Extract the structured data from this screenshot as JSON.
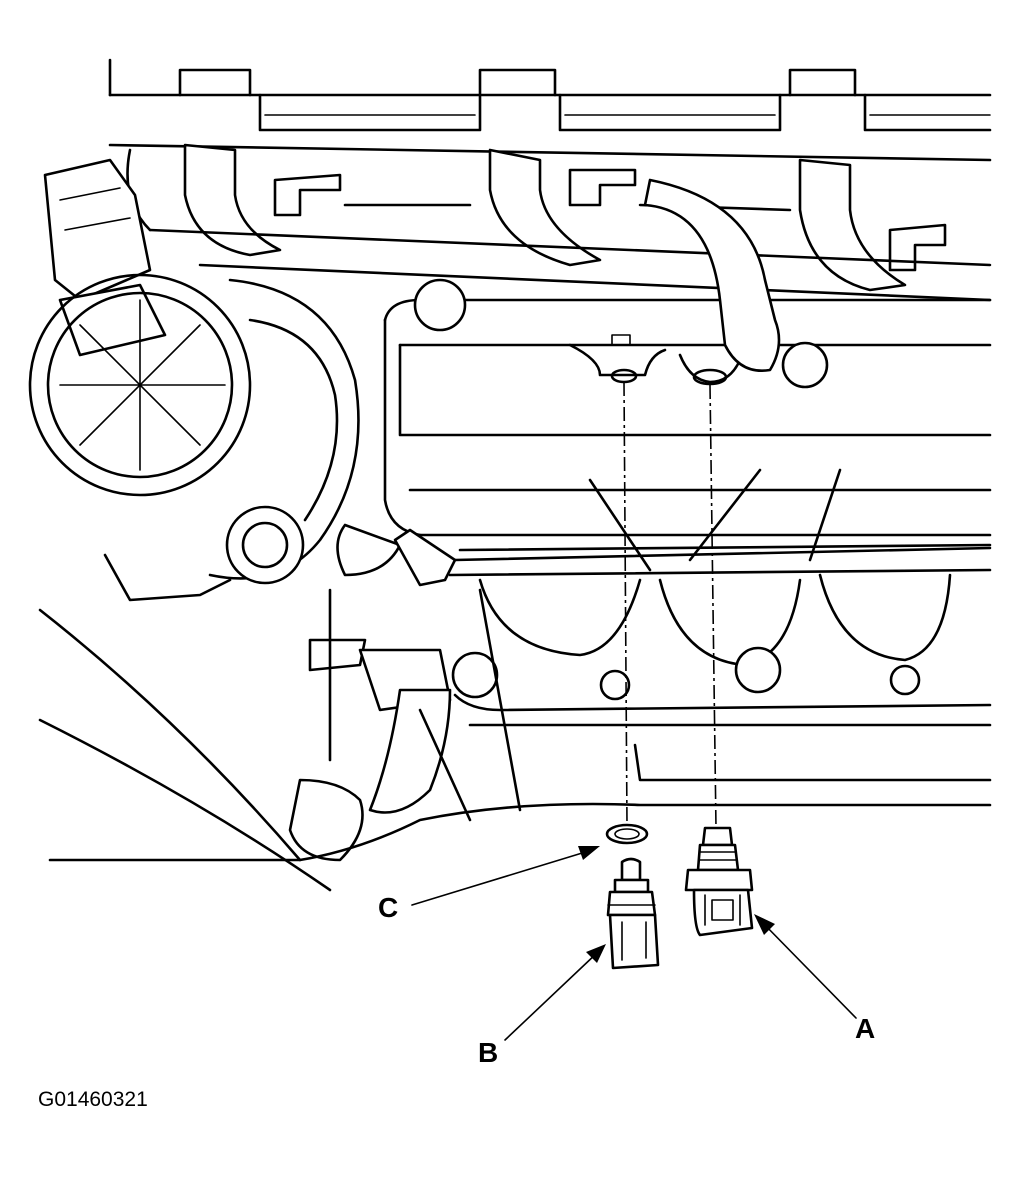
{
  "callouts": {
    "a": "A",
    "b": "B",
    "c": "C"
  },
  "figure_id": "G01460321",
  "colors": {
    "line": "#000000",
    "background": "#ffffff"
  }
}
